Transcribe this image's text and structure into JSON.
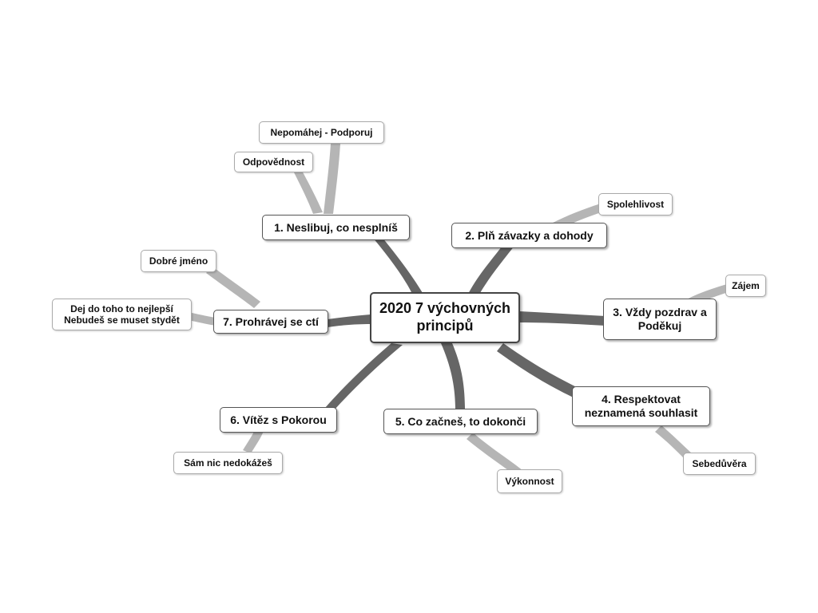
{
  "colors": {
    "main_branch": "#666666",
    "sub_branch": "#b5b5b5"
  },
  "central": "2020 7 výchovných\nprincipů",
  "branches": [
    {
      "label": "1. Neslibuj, co nesplníš",
      "subs": [
        "Nepomáhej - Podporuj",
        "Odpovědnost"
      ]
    },
    {
      "label": "2. Plň závazky a dohody",
      "subs": [
        "Spolehlivost"
      ]
    },
    {
      "label": "3. Vždy pozdrav a\nPoděkuj",
      "subs": [
        "Zájem"
      ]
    },
    {
      "label": "4. Respektovat\nneznamená souhlasit",
      "subs": [
        "Sebedůvěra"
      ]
    },
    {
      "label": "5. Co začneš, to dokonči",
      "subs": [
        "Výkonnost"
      ]
    },
    {
      "label": "6. Vítěz s Pokorou",
      "subs": [
        "Sám nic nedokážeš"
      ]
    },
    {
      "label": "7. Prohrávej se ctí",
      "subs": [
        "Dobré jméno",
        "Dej do toho to nejlepší\nNebudeš se muset stydět"
      ]
    }
  ]
}
